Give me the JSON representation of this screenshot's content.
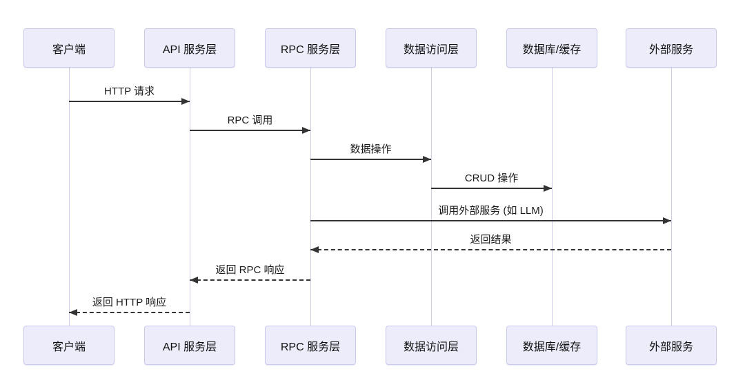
{
  "diagram": {
    "type": "sequence-diagram",
    "background_color": "#ffffff",
    "actor_fill_color": "#ECECFB",
    "actor_border_color": "#C9C9F0",
    "lifeline_color": "#CFCFEC",
    "arrow_color": "#333333",
    "text_color": "#1a1a1a",
    "actors": [
      {
        "label": "客户端"
      },
      {
        "label": "API 服务层"
      },
      {
        "label": "RPC 服务层"
      },
      {
        "label": "数据访问层"
      },
      {
        "label": "数据库/缓存"
      },
      {
        "label": "外部服务"
      }
    ],
    "messages": [
      {
        "label": "HTTP 请求",
        "from": "客户端",
        "to": "API 服务层",
        "line": "solid",
        "direction": "right"
      },
      {
        "label": "RPC 调用",
        "from": "API 服务层",
        "to": "RPC 服务层",
        "line": "solid",
        "direction": "right"
      },
      {
        "label": "数据操作",
        "from": "RPC 服务层",
        "to": "数据访问层",
        "line": "solid",
        "direction": "right"
      },
      {
        "label": "CRUD 操作",
        "from": "数据访问层",
        "to": "数据库/缓存",
        "line": "solid",
        "direction": "right"
      },
      {
        "label": "调用外部服务 (如 LLM)",
        "from": "RPC 服务层",
        "to": "外部服务",
        "line": "solid",
        "direction": "right"
      },
      {
        "label": "返回结果",
        "from": "外部服务",
        "to": "RPC 服务层",
        "line": "dashed",
        "direction": "left"
      },
      {
        "label": "返回 RPC 响应",
        "from": "RPC 服务层",
        "to": "API 服务层",
        "line": "dashed",
        "direction": "left"
      },
      {
        "label": "返回 HTTP 响应",
        "from": "API 服务层",
        "to": "客户端",
        "line": "dashed",
        "direction": "left"
      }
    ]
  }
}
